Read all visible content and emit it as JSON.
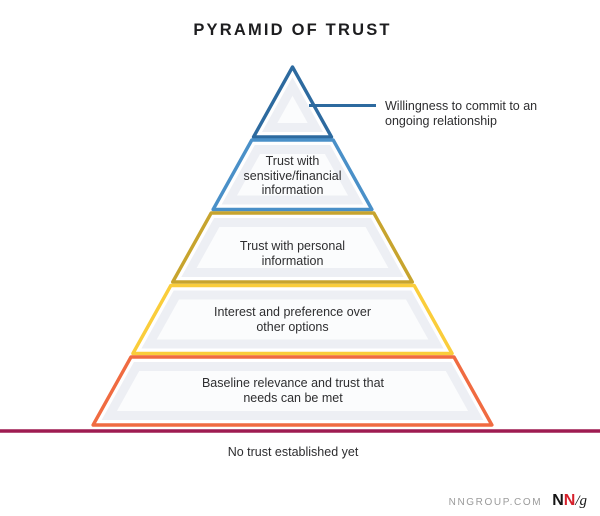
{
  "title": "PYRAMID OF TRUST",
  "pyramid": {
    "tiers": [
      {
        "name": "commitment",
        "label": "",
        "callout": "Willingness to commit to an ongoing relationship",
        "color": "#2d6a9f"
      },
      {
        "name": "sensitive-financial-trust",
        "label": "Trust with sensitive/financial information",
        "color": "#4a90c8"
      },
      {
        "name": "personal-info-trust",
        "label": "Trust with personal information",
        "color": "#c7a42e"
      },
      {
        "name": "interest-preference",
        "label": "Interest and preference over other options",
        "color": "#facd3b"
      },
      {
        "name": "baseline-relevance",
        "label": "Baseline relevance and trust that needs can be met",
        "color": "#f06b41"
      }
    ],
    "fills": {
      "outer": "#ffffff",
      "band": "#edeff4",
      "inner": "#fbfcfd"
    }
  },
  "ground": {
    "label": "No trust established yet",
    "color": "#9e1b51"
  },
  "footer": {
    "site": "NNGROUP.COM",
    "logo_n1": "N",
    "logo_n2": "N",
    "logo_rest": "/g",
    "logo_red": "#d6202b",
    "logo_black": "#141414"
  }
}
